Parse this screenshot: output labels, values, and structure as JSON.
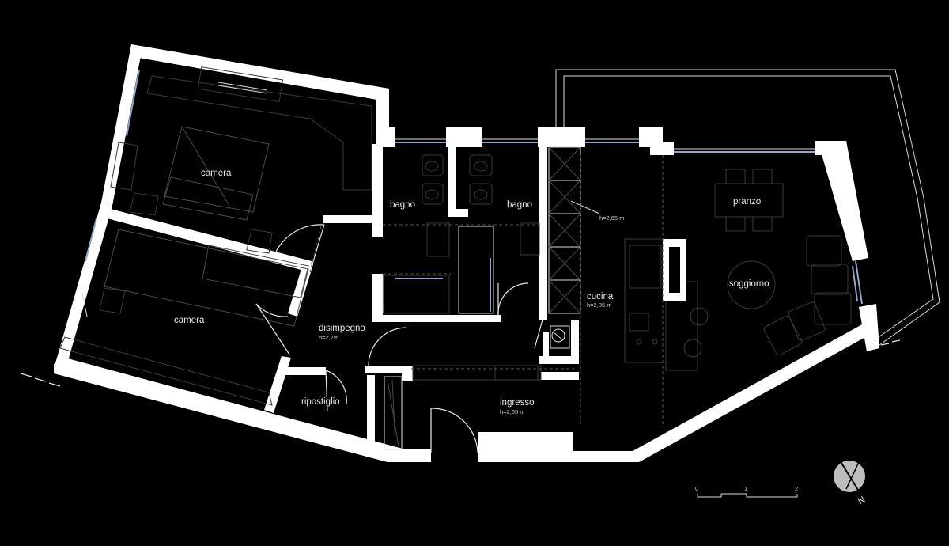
{
  "rooms": {
    "camera_top": {
      "label": "camera"
    },
    "camera_bottom": {
      "label": "camera"
    },
    "bagno_left": {
      "label": "bagno"
    },
    "bagno_right": {
      "label": "bagno"
    },
    "pranzo": {
      "label": "pranzo"
    },
    "soggiorno": {
      "label": "soggiorno"
    },
    "cucina": {
      "label": "cucina",
      "height": "h=2,85 m"
    },
    "cucina_pantry": {
      "height": "h=2,65 m"
    },
    "disimpegno": {
      "label": "disimpegno",
      "height": "h=2,7m"
    },
    "ripostiglio": {
      "label": "ripostiglio"
    },
    "ingresso": {
      "label": "ingresso",
      "height": "h=2,65 m"
    }
  },
  "scale_bar": {
    "ticks": [
      "0",
      "1",
      "2"
    ]
  },
  "north_arrow": {
    "letter": "N"
  },
  "colors": {
    "background": "#000000",
    "walls": "#ffffff",
    "windows": "#8fa7c9",
    "furniture": "#3a3a3a"
  }
}
